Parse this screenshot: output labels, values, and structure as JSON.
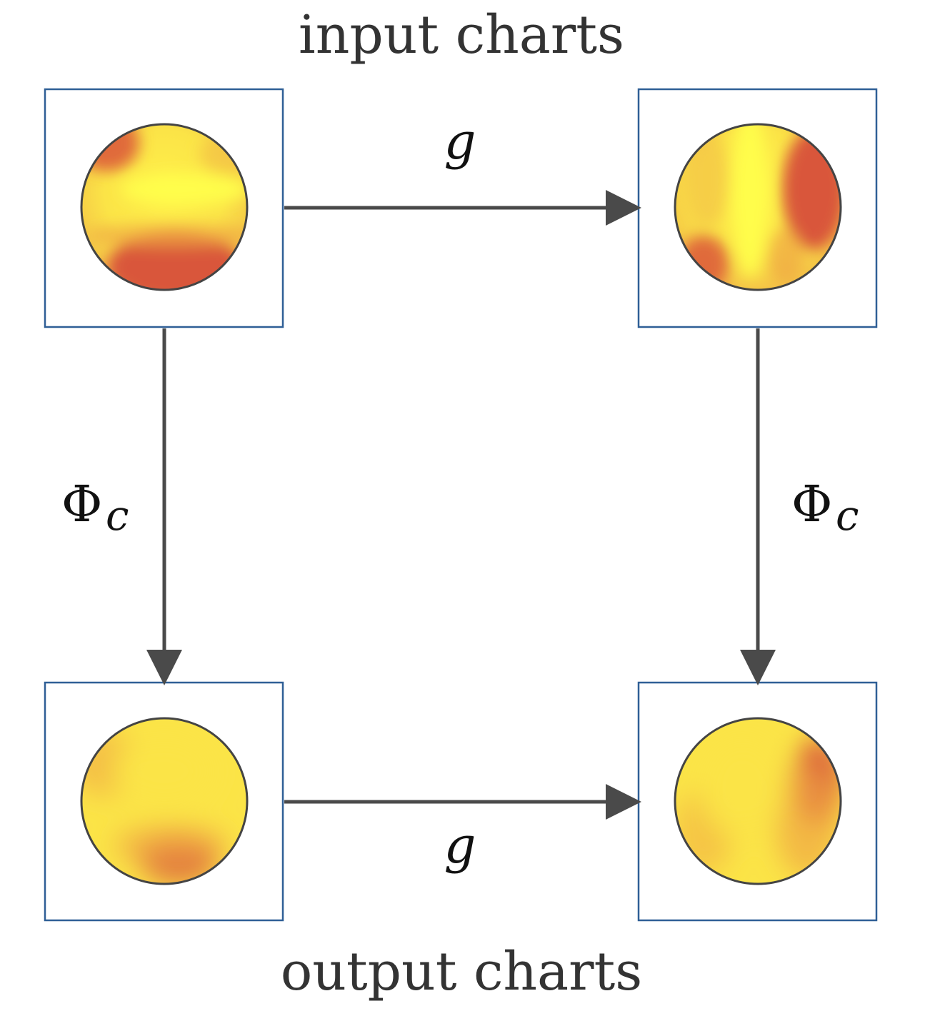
{
  "title": "input charts",
  "footer": "output charts",
  "maps": {
    "top": "g",
    "bottom": "g",
    "left_main": "Φ",
    "left_sub": "c",
    "right_main": "Φ",
    "right_sub": "c"
  },
  "colors": {
    "grid_line": "#a8a8a8",
    "grid_border": "#2f5f96",
    "arrow": "#4a4a4a",
    "sphere_hot": "#d9573a",
    "sphere_warm": "#f0a643",
    "sphere_light": "#fbe447",
    "sphere_bright": "#ffff4a"
  }
}
